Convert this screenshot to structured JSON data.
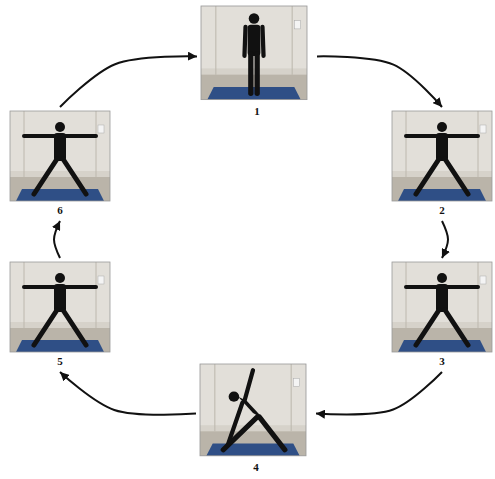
{
  "diagram": {
    "nodes": [
      {
        "text": [
          "1"
        ]
      },
      {
        "text": [
          "2"
        ]
      },
      {
        "text": [
          "3"
        ]
      },
      {
        "text": [
          "4"
        ]
      },
      {
        "text": [
          "5"
        ]
      },
      {
        "text": [
          "6"
        ]
      }
    ],
    "edges": [
      {
        "from": 0,
        "to": 1,
        "arrow": "to"
      },
      {
        "from": 1,
        "to": 2,
        "arrow": "to"
      },
      {
        "from": 2,
        "to": 3,
        "arrow": "to"
      },
      {
        "from": 3,
        "to": 4,
        "arrow": "to"
      },
      {
        "from": 4,
        "to": 5,
        "arrow": "to"
      },
      {
        "from": 5,
        "to": 0,
        "arrow": "to"
      }
    ]
  }
}
